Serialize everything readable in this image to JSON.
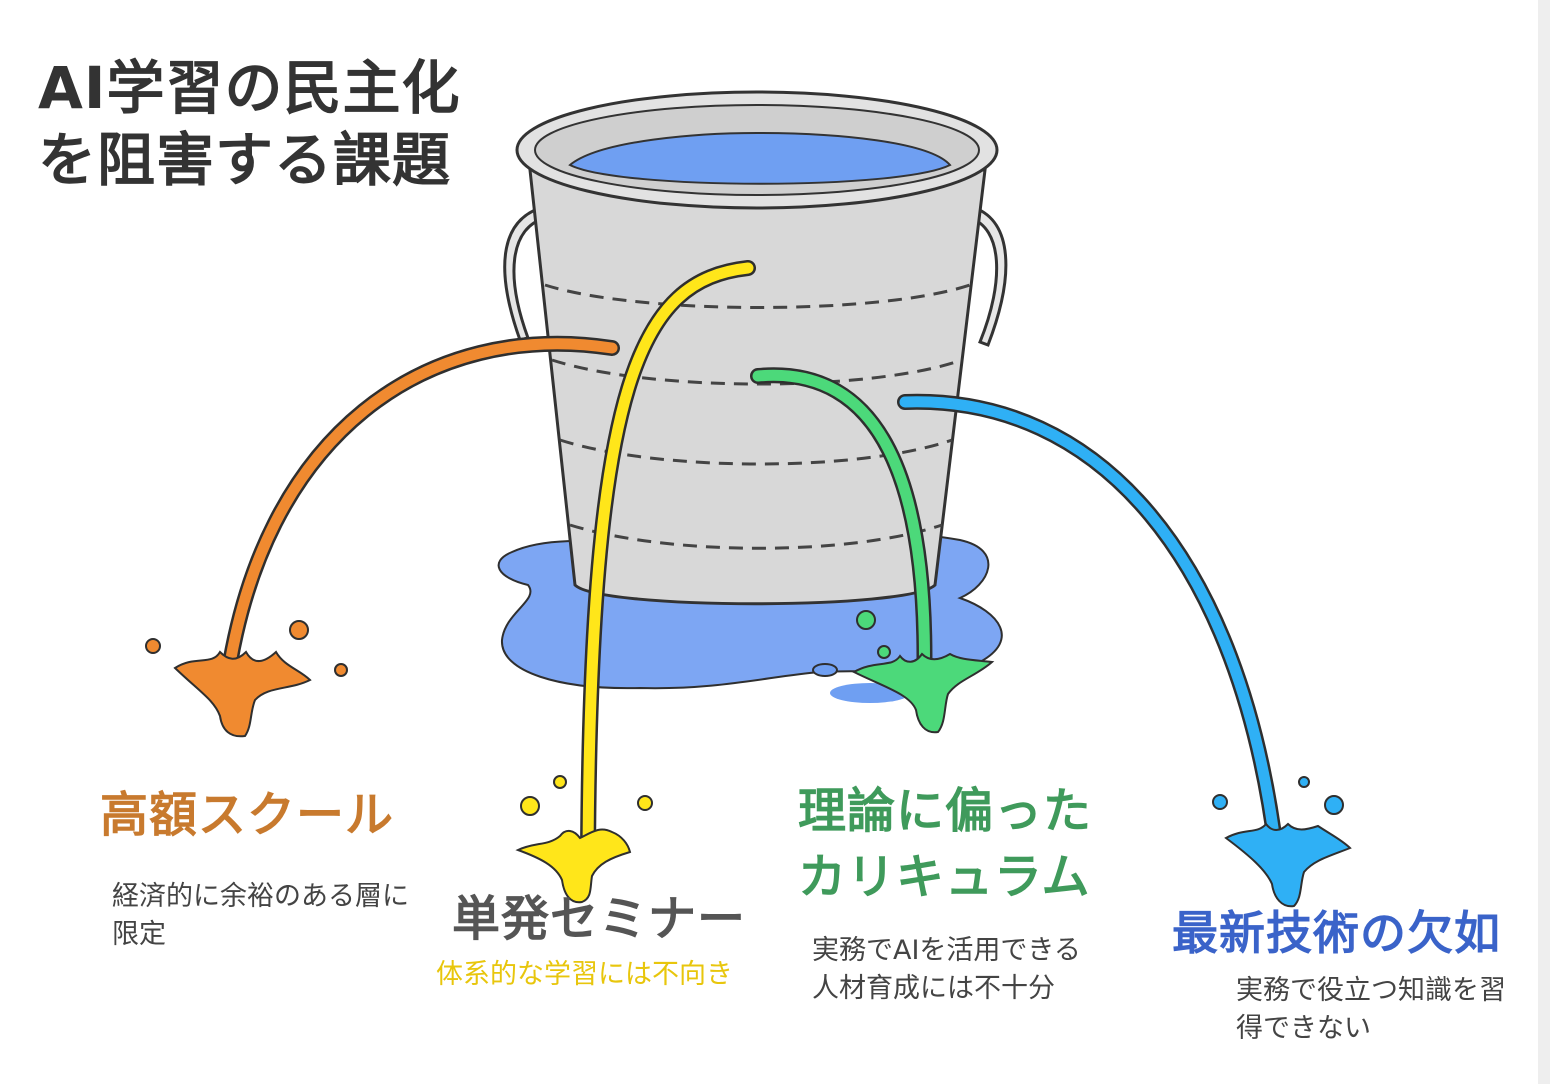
{
  "title": "AI学習の民主化を阻害する課題",
  "colors": {
    "issue1": "#c87a2e",
    "issue2": "#f2d21a",
    "issue3": "#3f9a5b",
    "issue4": "#3a63c9",
    "bucket": "#dadada",
    "water": "#6f9ff2"
  },
  "issues": [
    {
      "label": "高額スクール",
      "desc": "経済的に余裕のある層に限定"
    },
    {
      "label": "単発セミナー",
      "desc": "体系的な学習には不向き"
    },
    {
      "label": "理論に偏ったカリキュラム",
      "desc": "実務でAIを活用できる人材育成には不十分"
    },
    {
      "label": "最新技術の欠如",
      "desc": "実務で役立つ知識を習得できない"
    }
  ]
}
